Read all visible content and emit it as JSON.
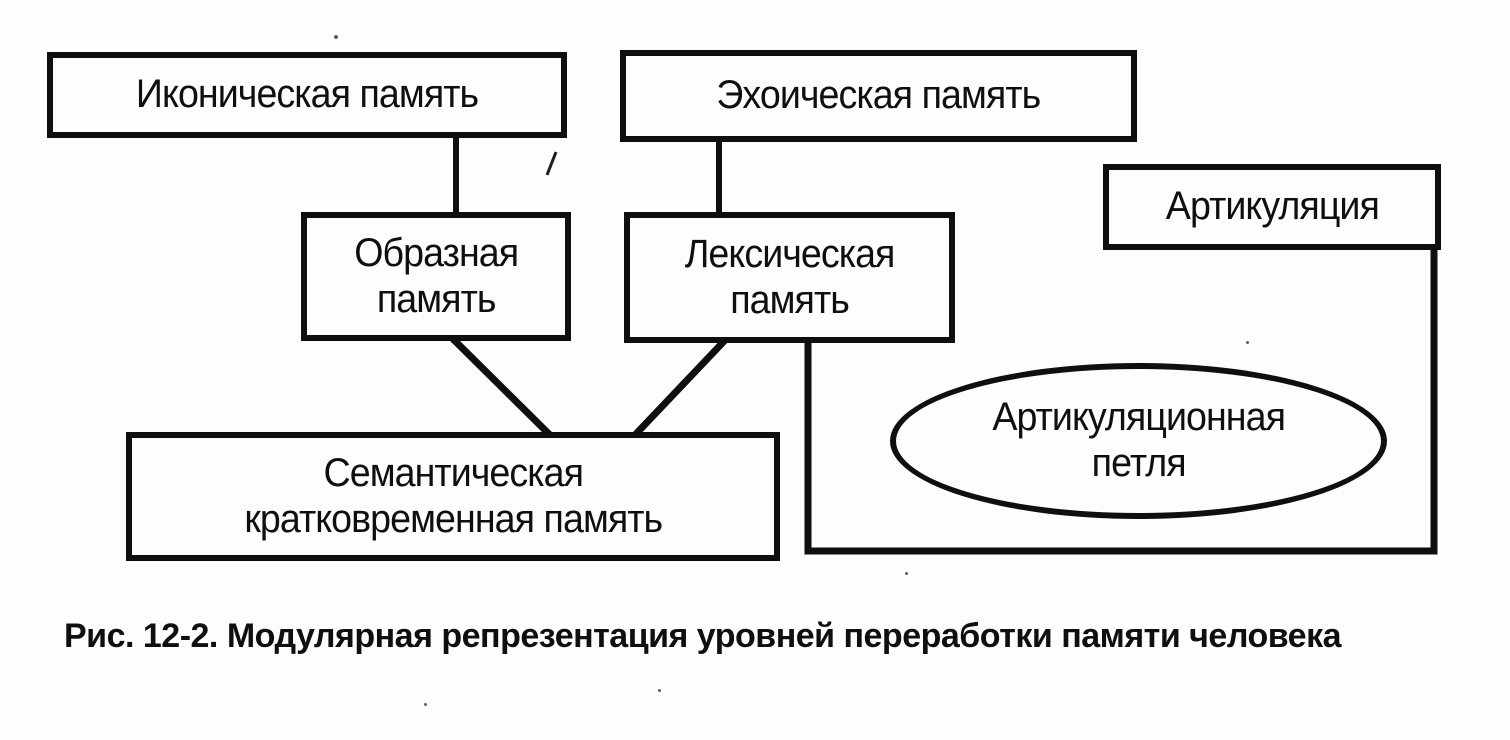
{
  "figure": {
    "caption": "Рис. 12-2. Модулярная репрезентация уровней переработки памяти человека",
    "nodes": {
      "iconic": {
        "label": "Иконическая память"
      },
      "echoic": {
        "label": "Эхоическая память"
      },
      "articulation": {
        "label": "Артикуляция"
      },
      "imagery": {
        "label": "Образная\nпамять"
      },
      "lexical": {
        "label": "Лексическая\nпамять"
      },
      "semantic": {
        "label": "Семантическая\nкратковременная память"
      },
      "loop": {
        "label": "Артикуляционная\nпетля"
      }
    },
    "colors": {
      "ink": "#0f0f0f",
      "paper": "#fdfdfd"
    }
  }
}
